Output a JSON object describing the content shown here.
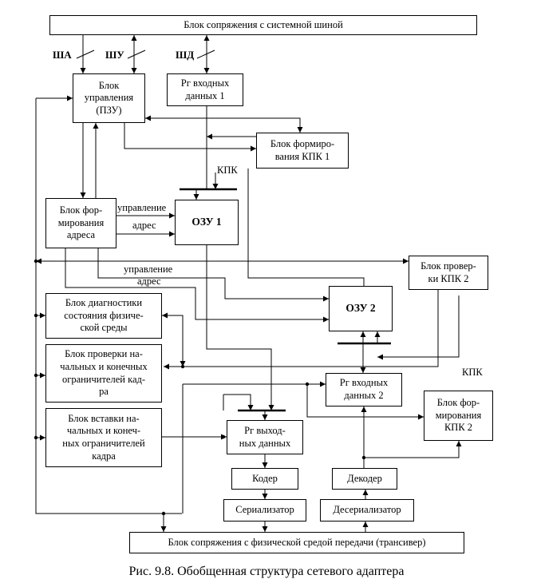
{
  "blocks": {
    "sys_bus_interface": "Блок сопряжения с системной шиной",
    "control": "Блок\nуправления\n(ПЗУ)",
    "rg_in1": "Рг входных\nданных 1",
    "crc_gen1": "Блок формиро-\nвания КПК 1",
    "addr_gen": "Блок фор-\nмирования\nадреса",
    "ram1": "ОЗУ 1",
    "crc_check2": "Блок провер-\nки КПК 2",
    "ram2": "ОЗУ 2",
    "diag": "Блок диагностики\nсостояния физиче-\nской среды",
    "delim_check": "Блок проверки на-\nчальных и конечных\nограничителей кад-\nра",
    "delim_insert": "Блок вставки на-\nчальных и конеч-\nных ограничителей\nкадра",
    "rg_in2": "Рг входных\nданных 2",
    "crc_gen2": "Блок фор-\nмирования\nКПК 2",
    "rg_out": "Рг выход-\nных данных",
    "encoder": "Кодер",
    "decoder": "Декодер",
    "serializer": "Сериализатор",
    "deserializer": "Десериализатор",
    "phy_interface": "Блок сопряжения с физической средой передачи (трансивер)"
  },
  "labels": {
    "bus_addr": "ША",
    "bus_ctrl": "ШУ",
    "bus_data": "ШД",
    "kpk_top": "КПК",
    "kpk_right": "КПК",
    "control_1": "управление",
    "address_1": "адрес",
    "control_2": "управление",
    "address_2": "адрес"
  },
  "caption": "Рис. 9.8. Обобщенная структура сетевого адаптера"
}
